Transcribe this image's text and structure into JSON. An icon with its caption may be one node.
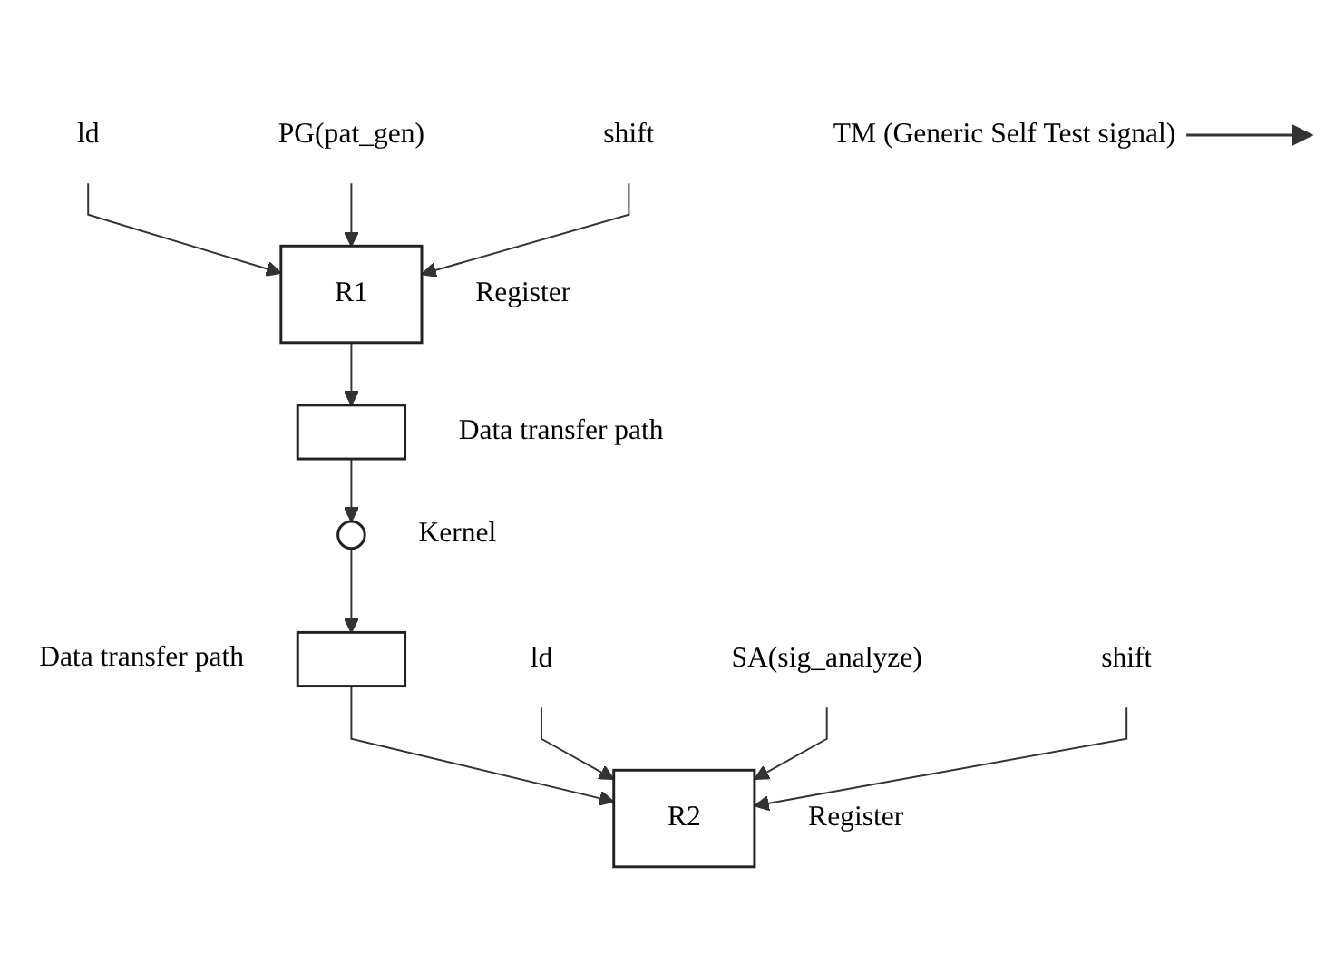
{
  "diagram": {
    "nodes": [
      {
        "text": [
          "ld"
        ]
      },
      {
        "text": [
          "PG(pat_gen)"
        ]
      },
      {
        "text": [
          "shift"
        ]
      },
      {
        "text": [
          "R1"
        ],
        "beside": [
          "Register"
        ]
      },
      {
        "text": [],
        "shape": "bar",
        "beside": [
          "Data transfer path"
        ]
      },
      {
        "text": [
          "TM (Generic Self Test signal)"
        ]
      },
      {
        "text": [],
        "shape": "circle",
        "beside": [
          "Kernel"
        ]
      },
      {
        "text": [],
        "shape": "bar",
        "beside": [
          "Data transfer path"
        ]
      },
      {
        "text": [
          "ld"
        ]
      },
      {
        "text": [
          "SA(sig_analyze)"
        ]
      },
      {
        "text": [
          "shift"
        ]
      },
      {
        "text": [
          "R2"
        ],
        "beside": [
          "Register"
        ]
      }
    ],
    "edges": [
      {
        "from": 0,
        "to": 3,
        "arrow": "to"
      },
      {
        "from": 1,
        "to": 3,
        "arrow": "to"
      },
      {
        "from": 2,
        "to": 3,
        "arrow": "to"
      },
      {
        "from": 3,
        "to": 4,
        "arrow": "to"
      },
      {
        "from": 4,
        "to": 6,
        "arrow": "to"
      },
      {
        "from": 5,
        "to": null,
        "arrow": "to"
      },
      {
        "from": 6,
        "to": 7,
        "arrow": "to"
      },
      {
        "from": 7,
        "to": 11,
        "arrow": "to"
      },
      {
        "from": 8,
        "to": 11,
        "arrow": "to"
      },
      {
        "from": 9,
        "to": 11,
        "arrow": "to"
      },
      {
        "from": 10,
        "to": 11,
        "arrow": "to"
      }
    ]
  }
}
